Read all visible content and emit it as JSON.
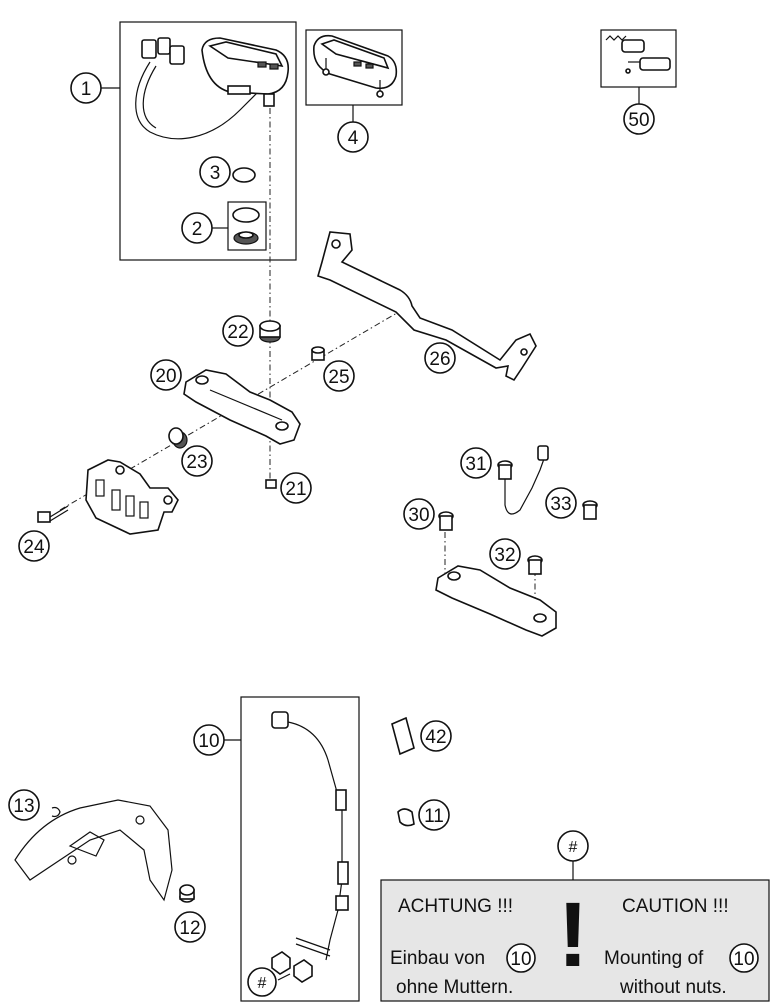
{
  "callouts": {
    "c1": "1",
    "c2": "2",
    "c3": "3",
    "c4": "4",
    "c50": "50",
    "c22": "22",
    "c20": "20",
    "c25": "25",
    "c26": "26",
    "c23": "23",
    "c21": "21",
    "c24": "24",
    "c31": "31",
    "c33": "33",
    "c30": "30",
    "c32": "32",
    "c10": "10",
    "c42": "42",
    "c13": "13",
    "c11": "11",
    "c12": "12",
    "hash_top": "#",
    "hash_bottom": "#"
  },
  "note": {
    "de_heading": "ACHTUNG !!!",
    "en_heading": "CAUTION !!!",
    "de_line1": "Einbau von",
    "de_ref": "10",
    "de_line2": "ohne Muttern.",
    "en_line1": "Mounting of",
    "en_ref": "10",
    "en_line2": "without nuts.",
    "exclamation": "!"
  },
  "colors": {
    "line": "#111111",
    "note_bg": "#e6e6e6",
    "paper": "#ffffff"
  }
}
